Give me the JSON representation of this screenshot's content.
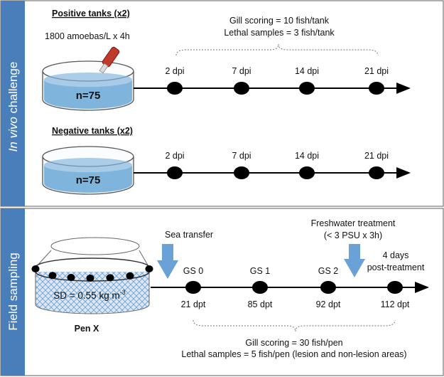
{
  "panels": {
    "top": {
      "side_label_italic": "In vivo",
      "side_label_rest": " challenge",
      "positive_title": "Positive tanks (x2)",
      "dose": "1800 amoebas/L x 4h",
      "tank_count": "n=75",
      "bracket_line1": "Gill scoring = 10 fish/tank",
      "bracket_line2": "Lethal samples = 3 fish/tank",
      "timepoints": [
        "2 dpi",
        "7 dpi",
        "14 dpi",
        "21 dpi"
      ],
      "negative_title": "Negative tanks (x2)",
      "negative_count": "n=75",
      "negative_timepoints": [
        "2 dpi",
        "7 dpi",
        "14 dpi",
        "21 dpi"
      ]
    },
    "bottom": {
      "side_label": "Field sampling",
      "sea_transfer": "Sea transfer",
      "freshwater_line1": "Freshwater treatment",
      "freshwater_line2": "(< 3 PSU x 3h)",
      "post_line1": "4 days",
      "post_line2": "post-treatment",
      "pen_density_base": "SD = 0.55 kg m",
      "pen_density_sup": "-3",
      "pen_name": "Pen X",
      "gs_labels": [
        "GS 0",
        "GS 1",
        "GS 2",
        ""
      ],
      "dpt_labels": [
        "21 dpt",
        "85 dpt",
        "92 dpt",
        "112 dpt"
      ],
      "bracket_line1": "Gill scoring = 30 fish/pen",
      "bracket_line2": "Lethal samples = 5 fish/pen (lesion and non-lesion areas)"
    }
  },
  "colors": {
    "side_bar": "#4a7ebb",
    "dose_text": "#2f5fd0",
    "water": "#7fb4dd",
    "arrow": "#6aa2d8",
    "pen_fill": "#bcd6ee"
  }
}
